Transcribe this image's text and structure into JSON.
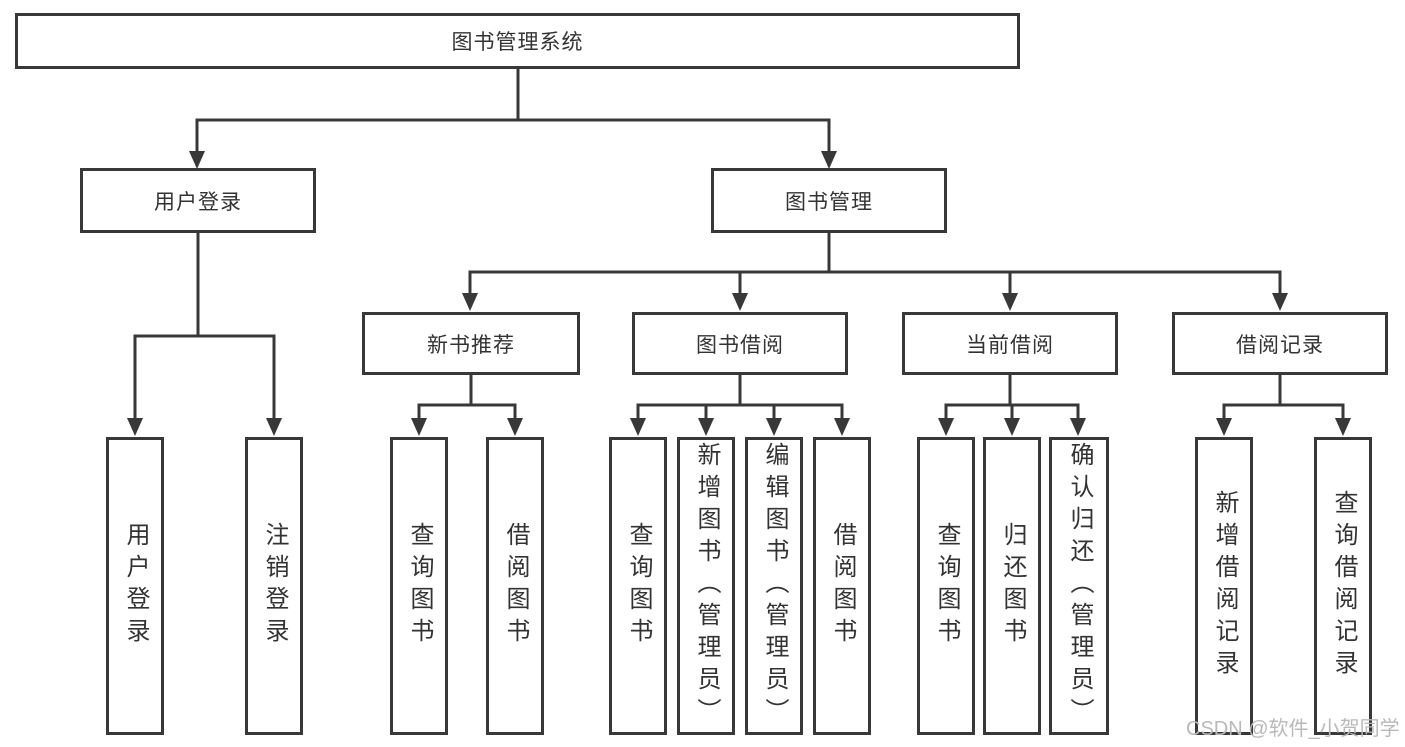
{
  "diagram": {
    "root": {
      "label": "图书管理系统"
    },
    "level2": [
      {
        "label": "用户登录"
      },
      {
        "label": "图书管理"
      }
    ],
    "level3": [
      {
        "label": "新书推荐"
      },
      {
        "label": "图书借阅"
      },
      {
        "label": "当前借阅"
      },
      {
        "label": "借阅记录"
      }
    ],
    "leaves": {
      "login": [
        "用户登录",
        "注销登录"
      ],
      "newbook": [
        "查询图书",
        "借阅图书"
      ],
      "borrow": [
        "查询图书",
        "新增图书（管理员）",
        "编辑图书（管理员）",
        "借阅图书"
      ],
      "current": [
        "查询图书",
        "归还图书",
        "确认归还（管理员）"
      ],
      "records": [
        "新增借阅记录",
        "查询借阅记录"
      ]
    }
  },
  "watermark": {
    "text": "CSDN @软件_小贺同学"
  },
  "colors": {
    "line": "#383838",
    "border": "#383838",
    "text": "#333333",
    "watermark": "#b9b9b9",
    "background": "#ffffff"
  }
}
